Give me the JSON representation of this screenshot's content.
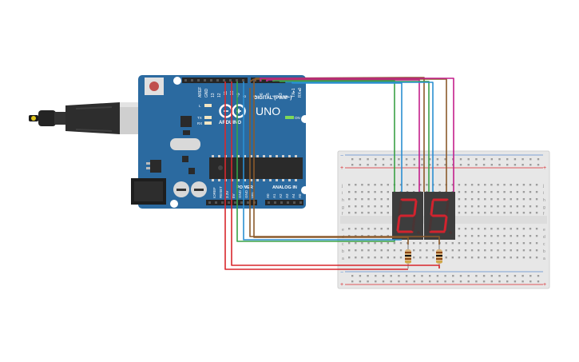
{
  "board": {
    "aref": "AREF",
    "gnd": "GND",
    "pin13": "13",
    "pin12": "12",
    "tilde11": "~11",
    "tilde10": "~10",
    "tilde9": "~9",
    "pin8": "8",
    "pin7": "7",
    "tilde6": "~6",
    "tilde5": "~5",
    "pin4": "4",
    "tilde3": "~3",
    "pin2": "2",
    "tx1": "TX▸1",
    "rx0": "RX◂0",
    "digital_label": "DIGITAL (PWM~)",
    "brand": "ARDUINO",
    "model": "UNO",
    "led_l": "L",
    "led_tx": "TX",
    "led_rx": "RX",
    "on_label": "ON",
    "power_label": "POWER",
    "analog_label": "ANALOG IN",
    "ioref": "IOREF",
    "reset": "RESET",
    "v33": "3.3V",
    "v5": "5V",
    "gnd1": "GND",
    "gnd2": "GND",
    "vin": "VIN",
    "a0": "A0",
    "a1": "A1",
    "a2": "A2",
    "a3": "A3",
    "a4": "A4",
    "a5": "A5"
  },
  "breadboard": {
    "plus": "+",
    "minus": "−",
    "row_letters_top": [
      "j",
      "i",
      "h",
      "g",
      "f"
    ],
    "row_letters_bottom": [
      "e",
      "d",
      "c",
      "b",
      "a"
    ]
  },
  "display": {
    "left_digit": "2",
    "right_digit": "5",
    "segment_color": "#d2232e",
    "body_color": "#3d3d3d"
  },
  "colors": {
    "board": "#2b6aa0",
    "wire_red": "#d9272c",
    "wire_green": "#3aa245",
    "wire_blue": "#2b8fd1",
    "wire_brown": "#8b5a2b",
    "wire_magenta": "#c41f8b"
  }
}
